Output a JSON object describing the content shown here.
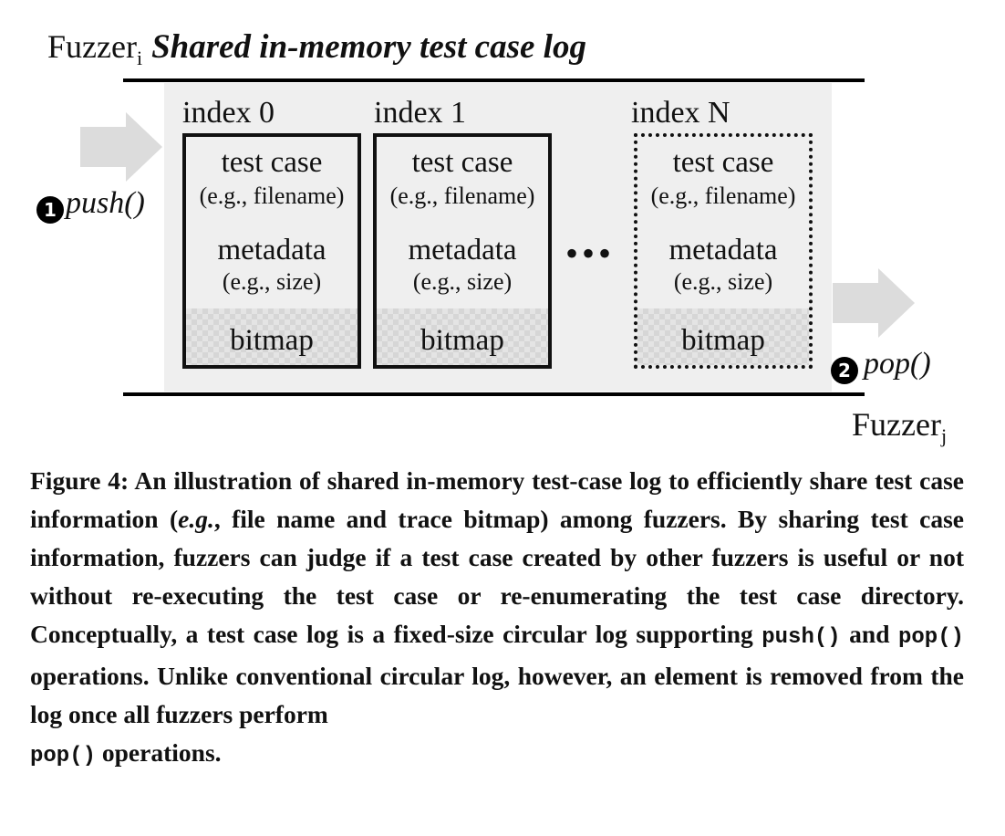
{
  "diagram": {
    "fuzzer_left": "Fuzzer",
    "fuzzer_left_sub": "i",
    "title": "Shared in-memory test case log",
    "fuzzer_right": "Fuzzer",
    "fuzzer_right_sub": "j",
    "push_number": "1",
    "push_label": "push()",
    "pop_number": "2",
    "pop_label": "pop()",
    "ellipsis": "•••",
    "entries": [
      {
        "index": "index 0",
        "test_case": "test case",
        "test_case_example": "(e.g., filename)",
        "metadata": "metadata",
        "metadata_example": "(e.g., size)",
        "bitmap": "bitmap",
        "border": "solid"
      },
      {
        "index": "index 1",
        "test_case": "test case",
        "test_case_example": "(e.g., filename)",
        "metadata": "metadata",
        "metadata_example": "(e.g., size)",
        "bitmap": "bitmap",
        "border": "solid"
      },
      {
        "index": "index N",
        "test_case": "test case",
        "test_case_example": "(e.g., filename)",
        "metadata": "metadata",
        "metadata_example": "(e.g., size)",
        "bitmap": "bitmap",
        "border": "dotted"
      }
    ]
  },
  "caption": {
    "part1": "Figure 4: An illustration of shared in-memory test-case log to efficiently share test case information (",
    "eg": "e.g.",
    "part2": ", file name and trace bitmap) among fuzzers. By sharing test case information, fuzzers can judge if a test case created by other fuzzers is useful or not without re-executing the test case or re-enumerating the test case directory. Conceptually, a test case log is a fixed-size circular log supporting ",
    "code_push": "push()",
    "part3": " and ",
    "code_pop": "pop()",
    "part4": " operations. Unlike conventional circular log, however, an element is removed from the log once all fuzzers perform ",
    "code_pop2": "pop()",
    "part5": " operations."
  },
  "colors": {
    "panel": "#efefef",
    "arrow": "#dcdcdc",
    "border": "#111111"
  }
}
